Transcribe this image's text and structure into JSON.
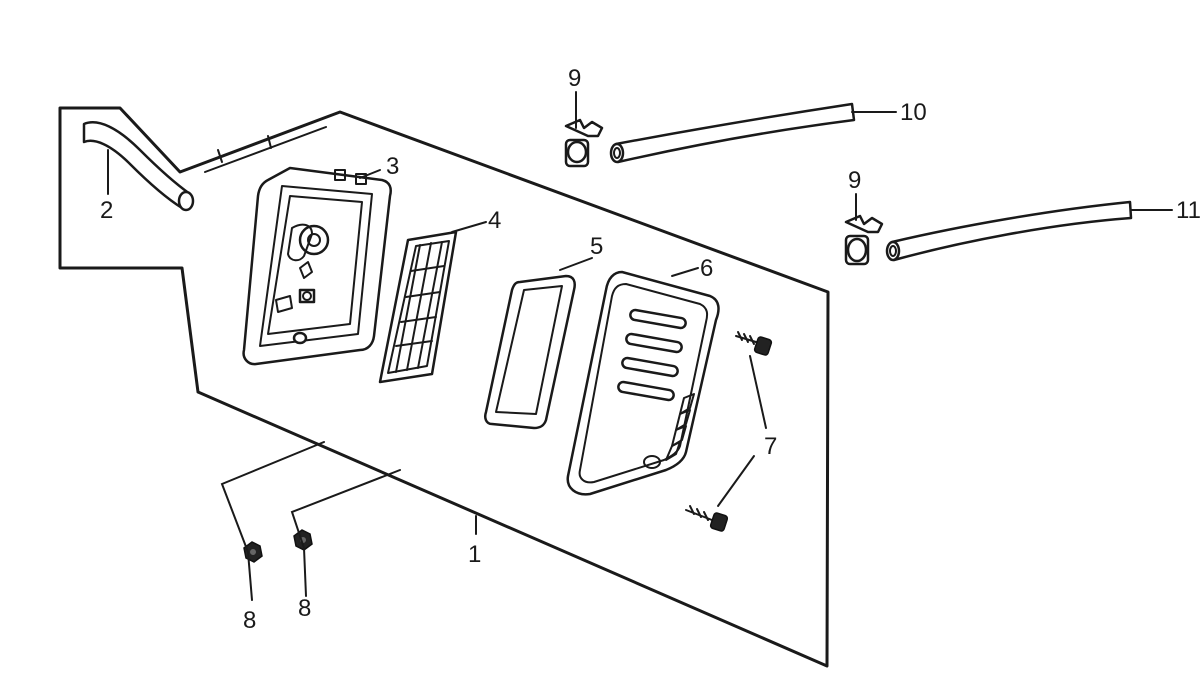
{
  "diagram": {
    "callouts": {
      "c1": "1",
      "c2": "2",
      "c3": "3",
      "c4": "4",
      "c5": "5",
      "c6": "6",
      "c7": "7",
      "c8a": "8",
      "c8b": "8",
      "c9a": "9",
      "c9b": "9",
      "c10": "10",
      "c11": "11"
    },
    "colors": {
      "line": "#1a1a1a",
      "background": "#ffffff"
    }
  }
}
